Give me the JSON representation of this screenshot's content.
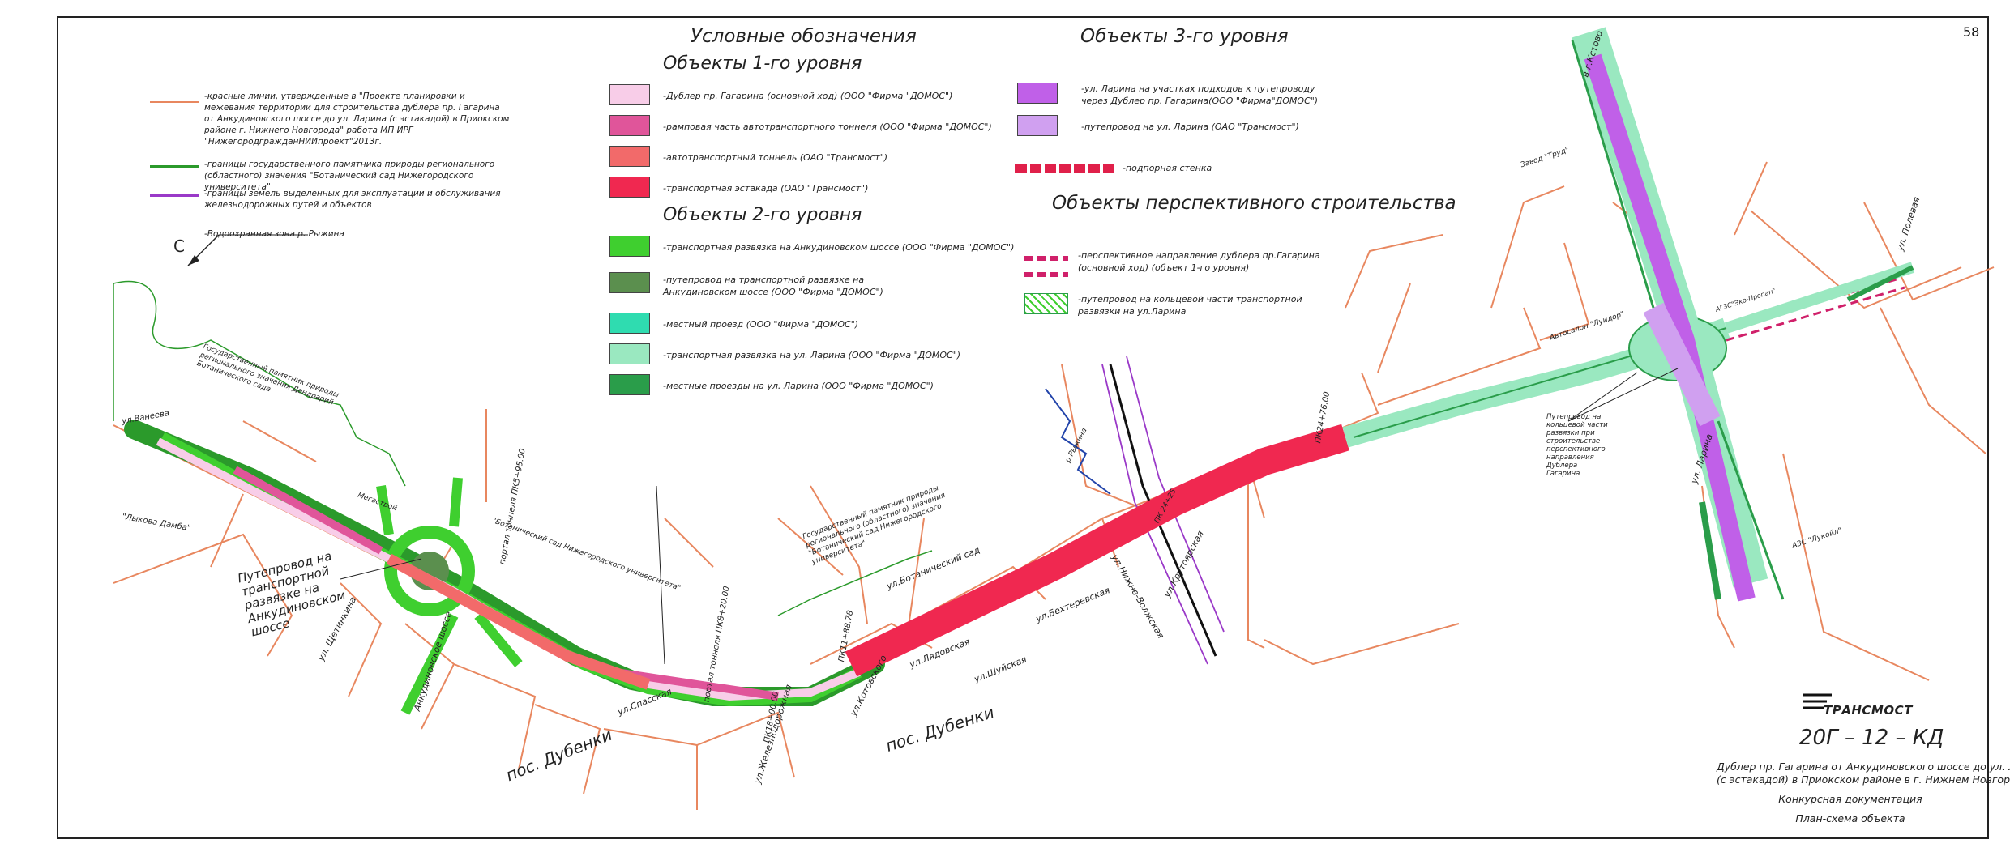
{
  "page_number": "58",
  "legend": {
    "title": "Условные обозначения",
    "level1_title": "Объекты 1-го уровня",
    "level2_title": "Объекты 2-го уровня",
    "level3_title": "Объекты 3-го уровня",
    "future_title": "Объекты перспективного строительства",
    "lines": [
      {
        "color": "#e8875f",
        "text": "-красные линии, утвержденные в \"Проекте планировки и межевания территории для строительства дублера пр. Гагарина от Анкудиновского шоссе до ул. Ларина (с эстакадой) в Приокском районе г. Нижнего Новгорода\" работа МП ИРГ \"НижегородгражданНИИпроект\"2013г."
      },
      {
        "color": "#2b9a2b",
        "text": "-границы государственного памятника природы регионального (областного) значения \"Ботанический сад Нижегородского университета\""
      },
      {
        "color": "#9a39c8",
        "text": "-границы земель выделенных для эксплуатации и обслуживания железнодорожных путей и объектов"
      },
      {
        "color": "#333333",
        "text": "-Водоохранная зона р. Рыжина"
      }
    ],
    "level1": [
      {
        "color": "#f8cde8",
        "text": "-Дублер пр. Гагарина (основной ход) (ООО \"Фирма \"ДОМОС\")"
      },
      {
        "color": "#e0559a",
        "text": "-рамповая часть автотранспортного тоннеля (ООО \"Фирма \"ДОМОС\")"
      },
      {
        "color": "#f26a6a",
        "text": "-автотранспортный тоннель (ОАО \"Трансмост\")"
      },
      {
        "color": "#f02850",
        "text": "-транспортная эстакада (ОАО \"Трансмост\")"
      }
    ],
    "level2": [
      {
        "color": "#3fcf2f",
        "text": "-транспортная развязка на Анкудиновском шоссе (ООО \"Фирма \"ДОМОС\")"
      },
      {
        "color": "#5b8f4e",
        "text": "-путепровод на транспортной развязке на Анкудиновском шоссе (ООО \"Фирма \"ДОМОС\")"
      },
      {
        "color": "#2fdcb0",
        "text": "-местный проезд (ООО \"Фирма \"ДОМОС\")"
      },
      {
        "color": "#9ae8c0",
        "text": "-транспортная развязка на ул. Ларина (ООО \"Фирма \"ДОМОС\")"
      },
      {
        "color": "#2a9d4a",
        "text": "-местные проезды на ул. Ларина  (ООО \"Фирма \"ДОМОС\")"
      }
    ],
    "level3": [
      {
        "color": "#c060e8",
        "text": "-ул. Ларина на участках подходов к путепроводу через Дублер пр. Гагарина(ООО \"Фирма\"ДОМОС\")"
      },
      {
        "color": "#d0a0f0",
        "text": "-путепровод на ул. Ларина (ОАО \"Трансмост\")"
      },
      {
        "color": "#e0204a",
        "text": "-подпорная стенка"
      }
    ],
    "future": [
      {
        "color": "#d0206a",
        "text": "-перспективное направление дублера пр.Гагарина (основной ход) (объект 1-го уровня)"
      },
      {
        "color": "#3fcf2f",
        "text": "-путепровод на кольцевой части транспортной развязки на ул.Ларина"
      }
    ]
  },
  "map_labels": {
    "north": "С",
    "overpass_ankudinovskoe": "Путепровод на транспортной развязке на Анкудиновском шоссе",
    "overpass_larina": "Путепровод на кольцевой части развязки при строительстве перспективного направления Дублера Гагарина",
    "dubenki_1": "пос. Дубенки",
    "dubenki_2": "пос. Дубенки",
    "botanical_street": "ул.Ботанический сад",
    "krutoyarskaya": "ул.Крутоярская",
    "nizhne_volzhskaya": "ул.Нижне-Волжская",
    "larina_street": "ул. Ларина",
    "k_kstovo": "в г.Кстово",
    "polevaya": "ул. Полевая",
    "zavod_trud": "Завод \"Труд\"",
    "avtosalon": "Автосалон \"Луидор\"",
    "azs_lukoil": "АЗС \"Лукойл\"",
    "agzs": "АГЗС\"Эко-Пропан\"",
    "ankudinovskoe": "Анкудиновское шоссе",
    "gagarina_start": "ул.Ванеева",
    "shchetinkina": "ул. Щетинкина",
    "spasskaya": "ул.Спасская",
    "lyadova": "ул.Лядовская",
    "shuiskaya": "ул.Шуйская",
    "kotovskogo": "ул.Котовского",
    "bekhtereva": "ул.Бехтеревская",
    "zhelezn": "ул.Железнодорожная",
    "tunnel_pk1": "портал тоннеля ПК5+95.00",
    "tunnel_pk2": "портал тоннеля ПК8+20.00",
    "estakada_pk": "ПК11+88.78",
    "estakada_end": "ПК18+00.00",
    "pk_larina": "ПК24+76.00",
    "nature_monument_1": "Государственный памятник природы регионального значения Дендрарий Ботанического сада",
    "nature_monument_2": "Государственный памятник природы регионального (областного) значения \"Ботанический сад Нижегородского университета\"",
    "botsad_ngu": "\"Ботанический сад Нижегородского университета\"",
    "rzhd": "ПК 24+25",
    "ryzhina": "р.Рыжина",
    "mdm": "Мегастрой",
    "kladbishche": "\"Лыкова Дамба\""
  },
  "title_block": {
    "company": "ТРАНСМОСТ",
    "code": "20Г – 12 – КД",
    "description_1": "Дублер пр. Гагарина от Анкудиновского шоссе до ул. Ларина",
    "description_2": "(с эстакадой) в Приокском районе в г. Нижнем Новгороде",
    "doc_type": "Конкурсная документация",
    "sheet_name": "План-схема объекта"
  }
}
